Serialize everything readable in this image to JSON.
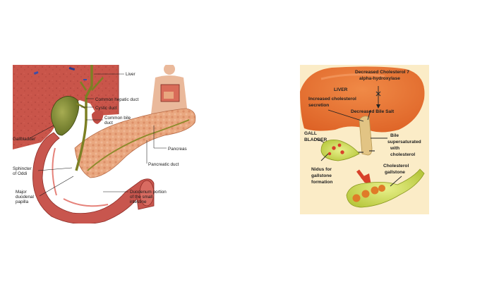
{
  "anatomy_diagram": {
    "labels": {
      "liver": "Liver",
      "common_hepatic_duct": "Common hepatic duct",
      "cystic_duct": "Cystic duct",
      "common_bile_duct_1": "Common bile",
      "common_bile_duct_2": "duct",
      "gallbladder": "Gallbladder",
      "pancreas": "Pancreas",
      "sphincter_1": "Sphincter",
      "sphincter_2": "of Oddi",
      "pancreatic_duct": "Pancreatic duct",
      "papilla_1": "Major",
      "papilla_2": "duodenal",
      "papilla_3": "papilla",
      "duodenum_1": "Duodenum portion",
      "duodenum_2": "of the small",
      "duodenum_3": "intestine"
    }
  },
  "gallstone_diagram": {
    "labels": {
      "enzyme_1": "Decreased Cholesterol 7",
      "enzyme_2": "alpha-hydroxylase",
      "liver": "LIVER",
      "chol_secretion_1": "Increased cholesterol",
      "chol_secretion_2": "secretion",
      "bile_salt": "Decreased Bile Salt",
      "gallbladder_1": "GALL",
      "gallbladder_2": "BLADDER",
      "bile_1": "Bile",
      "bile_2": "supersaturated",
      "bile_3": "with",
      "bile_4": "cholesterol",
      "nidus_1": "Nidus for",
      "nidus_2": "gallstone",
      "nidus_3": "formation",
      "stone_1": "Cholesterol",
      "stone_2": "gallstone"
    }
  }
}
